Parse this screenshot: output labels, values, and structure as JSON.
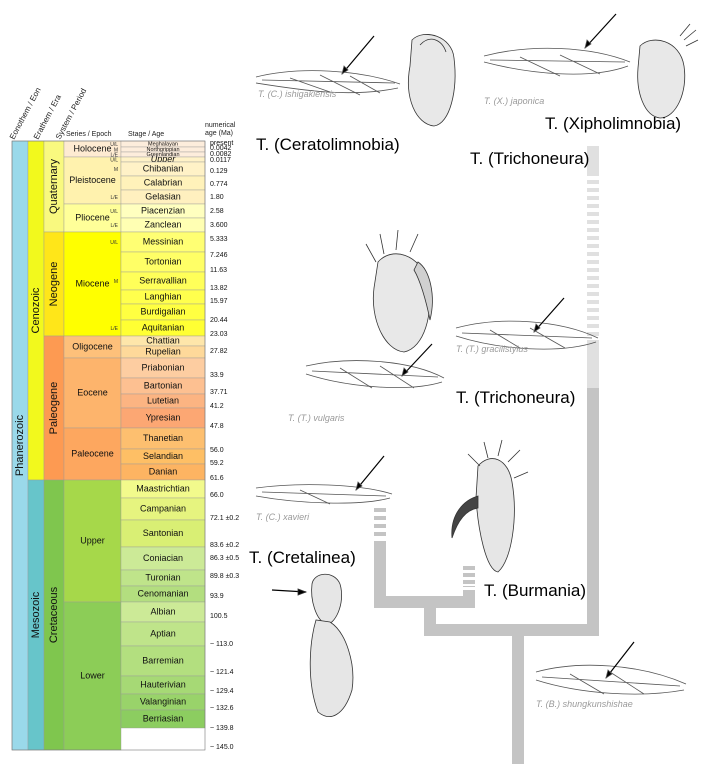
{
  "headers": {
    "eonothem": "Eonothem / Eon",
    "erathem": "Erathem / Era",
    "system": "System / Period",
    "series": "Series / Epoch",
    "stage": "Stage / Age",
    "age_line1": "numerical",
    "age_line2": "age (Ma)"
  },
  "eon": {
    "label": "Phanerozoic",
    "color": "#9ad9ea"
  },
  "eras": [
    {
      "label": "Cenozoic",
      "color": "#f2f91d"
    },
    {
      "label": "Mesozoic",
      "color": "#67c5ca"
    }
  ],
  "periods": [
    {
      "label": "Quaternary",
      "color": "#f9f97f"
    },
    {
      "label": "Neogene",
      "color": "#ffe619"
    },
    {
      "label": "Paleogene",
      "color": "#fd9a52"
    },
    {
      "label": "Cretaceous",
      "color": "#7fc64e"
    }
  ],
  "epochs": [
    {
      "label": "Holocene",
      "color": "#feebd2"
    },
    {
      "label": "Pleistocene",
      "color": "#fff2ae"
    },
    {
      "label": "Pliocene",
      "color": "#ffff99"
    },
    {
      "label": "Miocene",
      "color": "#ffff00"
    },
    {
      "label": "Oligocene",
      "color": "#fdc07a"
    },
    {
      "label": "Eocene",
      "color": "#fdb46c"
    },
    {
      "label": "Paleocene",
      "color": "#fda75f"
    },
    {
      "label": "Upper",
      "color": "#a6d84a"
    },
    {
      "label": "Lower",
      "color": "#8ccd57"
    }
  ],
  "subdivisions": [
    "U/L",
    "M",
    "L/E",
    "U/L",
    "M",
    "L/E",
    "U/L",
    "L/E",
    "U/L",
    "M",
    "L/E"
  ],
  "stages": [
    {
      "label": "Meghalayan",
      "color": "#fdeddc"
    },
    {
      "label": "Northgrippian",
      "color": "#fdeddc"
    },
    {
      "label": "Greenlandian",
      "color": "#fdeddc"
    },
    {
      "label": "Upper",
      "color": "#fff2c7"
    },
    {
      "label": "Chibanian",
      "color": "#fff2c7"
    },
    {
      "label": "Calabrian",
      "color": "#fff2ba"
    },
    {
      "label": "Gelasian",
      "color": "#fff0bf"
    },
    {
      "label": "Piacenzian",
      "color": "#ffffbf"
    },
    {
      "label": "Zanclean",
      "color": "#ffffb3"
    },
    {
      "label": "Messinian",
      "color": "#ffff73"
    },
    {
      "label": "Tortonian",
      "color": "#ffff66"
    },
    {
      "label": "Serravallian",
      "color": "#ffff59"
    },
    {
      "label": "Langhian",
      "color": "#ffff4d"
    },
    {
      "label": "Burdigalian",
      "color": "#ffff41"
    },
    {
      "label": "Aquitanian",
      "color": "#ffff33"
    },
    {
      "label": "Chattian",
      "color": "#fee6aa"
    },
    {
      "label": "Rupelian",
      "color": "#fed99a"
    },
    {
      "label": "Priabonian",
      "color": "#fdcda1"
    },
    {
      "label": "Bartonian",
      "color": "#fdc091"
    },
    {
      "label": "Lutetian",
      "color": "#fcb482"
    },
    {
      "label": "Ypresian",
      "color": "#fca773"
    },
    {
      "label": "Thanetian",
      "color": "#fdbf6f"
    },
    {
      "label": "Selandian",
      "color": "#febf65"
    },
    {
      "label": "Danian",
      "color": "#fdb462"
    },
    {
      "label": "Maastrichtian",
      "color": "#f2fa8c"
    },
    {
      "label": "Campanian",
      "color": "#e6f47f"
    },
    {
      "label": "Santonian",
      "color": "#d9ef74"
    },
    {
      "label": "Coniacian",
      "color": "#ccea97"
    },
    {
      "label": "Turonian",
      "color": "#bfe48a"
    },
    {
      "label": "Cenomanian",
      "color": "#b3de7f"
    },
    {
      "label": "Albian",
      "color": "#ccea97"
    },
    {
      "label": "Aptian",
      "color": "#bfe48a"
    },
    {
      "label": "Barremian",
      "color": "#b3df7f"
    },
    {
      "label": "Hauterivian",
      "color": "#a6d975"
    },
    {
      "label": "Valanginian",
      "color": "#99d36a"
    },
    {
      "label": "Berriasian",
      "color": "#8ccd60"
    }
  ],
  "ages": [
    "present",
    "0.0042",
    "0.0082",
    "0.0117",
    "0.129",
    "0.774",
    "1.80",
    "2.58",
    "3.600",
    "5.333",
    "7.246",
    "11.63",
    "13.82",
    "15.97",
    "20.44",
    "23.03",
    "27.82",
    "33.9",
    "37.71",
    "41.2",
    "47.8",
    "56.0",
    "59.2",
    "61.6",
    "66.0",
    "72.1 ±0.2",
    "83.6 ±0.2",
    "86.3 ±0.5",
    "89.8 ±0.3",
    "93.9",
    "100.5",
    "~ 113.0",
    "~ 121.4",
    "~ 129.4",
    "~ 132.6",
    "~ 139.8",
    "~ 145.0"
  ],
  "taxa": {
    "ceratolimnobia": "T. (Ceratolimnobia)",
    "xipholimnobia": "T. (Xipholimnobia)",
    "trichoneura_top": "T. (Trichoneura)",
    "trichoneura_mid": "T. (Trichoneura)",
    "cretalinea": "T. (Cretalinea)",
    "burmania": "T. (Burmania)"
  },
  "species": {
    "ishigakiensis": "T. (C.) ishigakiensis",
    "japonica": "T. (X.) japonica",
    "gracilistylus": "T. (T.) gracilistylus",
    "vulgaris": "T. (T.) vulgaris",
    "xavieri": "T. (C.) xavieri",
    "shungkunshishae": "T. (B.) shungkunshishae"
  },
  "tree_colors": {
    "extant_lineage": "#e0e0e0",
    "fossil_lineage": "#c4c4c4"
  }
}
